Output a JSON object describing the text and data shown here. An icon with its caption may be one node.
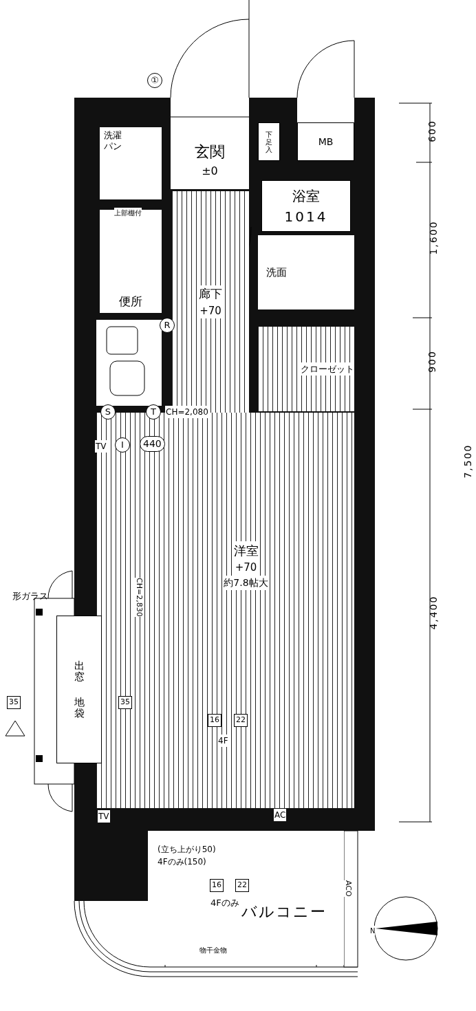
{
  "diagram": {
    "nodes": [
      {
        "text": [
          "洗濯パン"
        ]
      },
      {
        "text": [
          "玄関",
          "±0"
        ]
      },
      {
        "text": [
          "下足入"
        ]
      },
      {
        "text": [
          "MB"
        ]
      },
      {
        "text": [
          "浴室",
          "1014"
        ]
      },
      {
        "text": [
          "便所"
        ]
      },
      {
        "text": [
          "洗面"
        ]
      },
      {
        "text": [
          "廊下",
          "+70"
        ]
      },
      {
        "text": [
          "クローゼット"
        ]
      },
      {
        "text": [
          "洋室",
          "+70",
          "約7.8帖大"
        ]
      },
      {
        "text": [
          "出窓",
          "地袋"
        ]
      },
      {
        "text": [
          "バルコニー"
        ]
      }
    ],
    "labels": [
      "①",
      "上部棚付",
      "R",
      "S",
      "T",
      "CH=2,080",
      "TV",
      "I",
      "440",
      "CH=2,830",
      "形ガラス",
      "35",
      "35",
      "16",
      "22",
      "4F",
      "TV",
      "AC",
      "(立ち上がり50)",
      "4Fのみ(150)",
      "16",
      "22",
      "4Fのみ",
      "ACO",
      "物干金物",
      "N",
      "600",
      "1,600",
      "900",
      "4,400",
      "7,500"
    ]
  }
}
